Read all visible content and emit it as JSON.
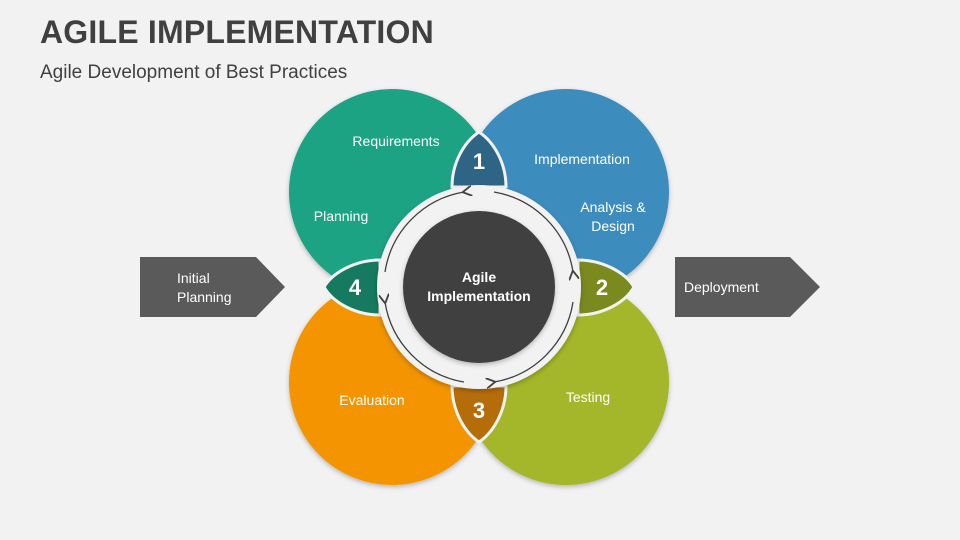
{
  "header": {
    "title": "AGILE IMPLEMENTATION",
    "subtitle": "Agile Development of Best Practices"
  },
  "colors": {
    "green": "#1fa383",
    "blue": "#3e8cbe",
    "lime": "#a4b62c",
    "orange": "#f39406",
    "badge1": "#2e6585",
    "badge2": "#7a8a1f",
    "badge3": "#b56d0a",
    "badge4": "#167a60",
    "center": "#404040",
    "arrow": "#5a5a5a"
  },
  "diagram": {
    "center_line1": "Agile",
    "center_line2": "Implementation",
    "petals": [
      {
        "number": "1",
        "label_a": "Requirements",
        "label_b": "Planning"
      },
      {
        "number": "2",
        "label_a": "Implementation",
        "label_b1": "Analysis &",
        "label_b2": "Design"
      },
      {
        "number": "3",
        "label_a": "Testing"
      },
      {
        "number": "4",
        "label_a": "Evaluation"
      }
    ],
    "input_line1": "Initial",
    "input_line2": "Planning",
    "output": "Deployment"
  }
}
